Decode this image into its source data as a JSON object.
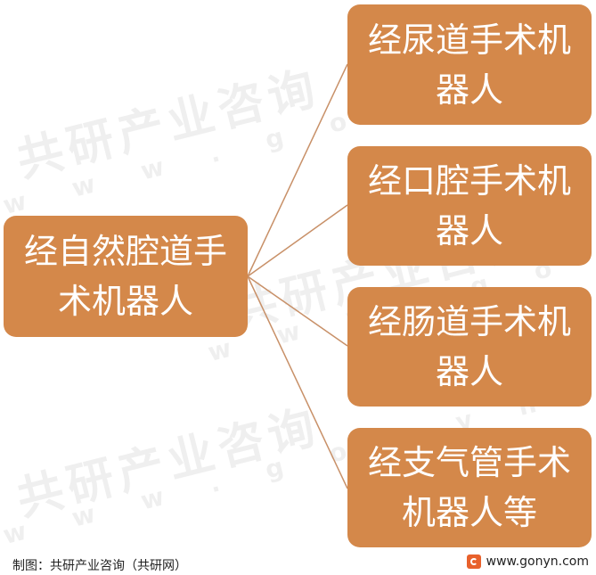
{
  "diagram": {
    "root": {
      "label_lines": [
        "经自然腔道手",
        "术机器人"
      ]
    },
    "children": [
      {
        "label_lines": [
          "经尿道手术机",
          "器人"
        ]
      },
      {
        "label_lines": [
          "经口腔手术机",
          "器人"
        ]
      },
      {
        "label_lines": [
          "经肠道手术机",
          "器人"
        ]
      },
      {
        "label_lines": [
          "经支气管手术",
          "机器人等"
        ]
      }
    ]
  },
  "footer": {
    "source": "制图：共研产业咨询（共研网）",
    "url": "www.gonyn.com"
  },
  "watermark": {
    "brand": "共研产业咨询",
    "url": "w w w . g o n y n . c o m"
  },
  "colors": {
    "node_fill": "#d4884a",
    "node_text": "#ffffff",
    "connector": "#c89068",
    "logo": "#e8612c"
  }
}
